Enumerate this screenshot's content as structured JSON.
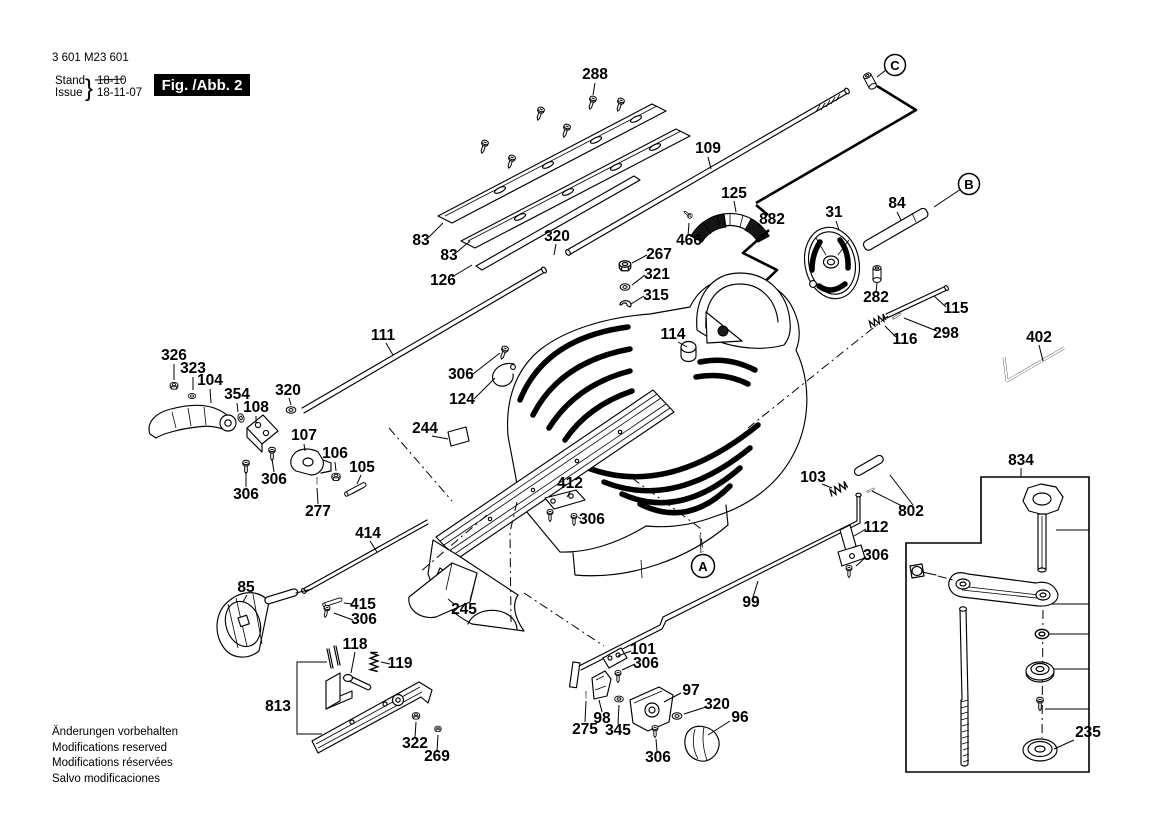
{
  "header": {
    "product_code": "3 601 M23 601",
    "stand_label": "Stand",
    "issue_label": "Issue",
    "stand_value": "18-10",
    "issue_value": "18-11-07",
    "figure_label": "Fig. /Abb. 2"
  },
  "footer": {
    "lines": [
      "Änderungen vorbehalten",
      "Modifications reserved",
      "Modifications réservées",
      "Salvo modificaciones"
    ]
  },
  "balloons": [
    {
      "letter": "C"
    },
    {
      "letter": "B"
    },
    {
      "letter": "A"
    }
  ],
  "labels": [
    {
      "t": "288"
    },
    {
      "t": "109"
    },
    {
      "t": "83"
    },
    {
      "t": "83"
    },
    {
      "t": "126"
    },
    {
      "t": "320"
    },
    {
      "t": "267"
    },
    {
      "t": "321"
    },
    {
      "t": "315"
    },
    {
      "t": "125"
    },
    {
      "t": "466"
    },
    {
      "t": "882"
    },
    {
      "t": "31"
    },
    {
      "t": "84"
    },
    {
      "t": "282"
    },
    {
      "t": "115"
    },
    {
      "t": "298"
    },
    {
      "t": "116"
    },
    {
      "t": "402"
    },
    {
      "t": "111"
    },
    {
      "t": "114"
    },
    {
      "t": "326"
    },
    {
      "t": "323"
    },
    {
      "t": "104"
    },
    {
      "t": "354"
    },
    {
      "t": "108"
    },
    {
      "t": "320"
    },
    {
      "t": "306"
    },
    {
      "t": "124"
    },
    {
      "t": "244"
    },
    {
      "t": "107"
    },
    {
      "t": "106"
    },
    {
      "t": "105"
    },
    {
      "t": "306"
    },
    {
      "t": "306"
    },
    {
      "t": "277"
    },
    {
      "t": "412"
    },
    {
      "t": "306"
    },
    {
      "t": "103"
    },
    {
      "t": "802"
    },
    {
      "t": "112"
    },
    {
      "t": "306"
    },
    {
      "t": "834"
    },
    {
      "t": "414"
    },
    {
      "t": "99"
    },
    {
      "t": "85"
    },
    {
      "t": "415"
    },
    {
      "t": "306"
    },
    {
      "t": "245"
    },
    {
      "t": "118"
    },
    {
      "t": "119"
    },
    {
      "t": "813"
    },
    {
      "t": "101"
    },
    {
      "t": "306"
    },
    {
      "t": "97"
    },
    {
      "t": "98"
    },
    {
      "t": "275"
    },
    {
      "t": "345"
    },
    {
      "t": "320"
    },
    {
      "t": "96"
    },
    {
      "t": "306"
    },
    {
      "t": "322"
    },
    {
      "t": "269"
    },
    {
      "t": "235"
    }
  ],
  "colors": {
    "ink": "#000000",
    "paper": "#ffffff"
  }
}
